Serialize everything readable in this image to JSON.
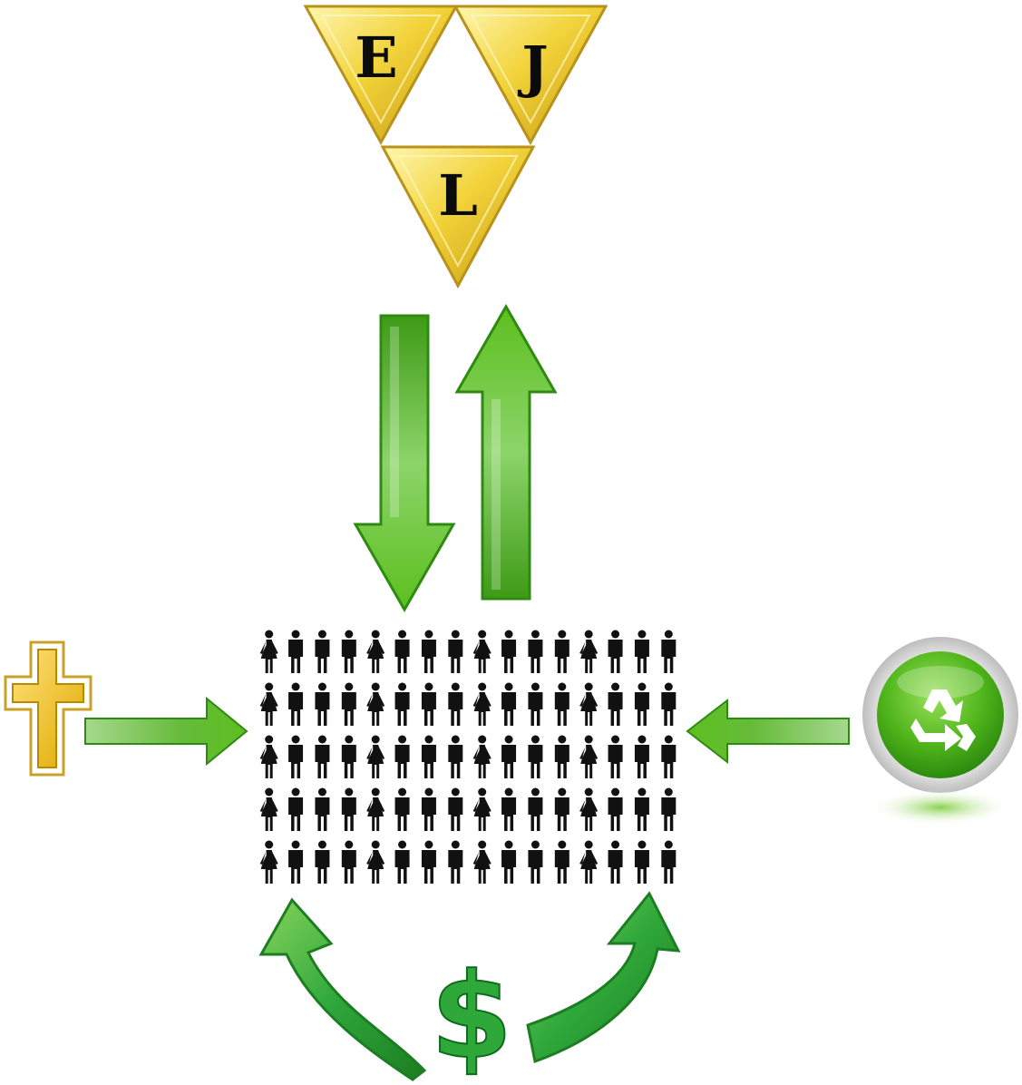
{
  "triangle_letters": {
    "top_left": "E",
    "top_right": "J",
    "bottom": "L"
  },
  "dollar_sign": "$",
  "colors": {
    "gold": "#f0d43a",
    "gold_dark": "#b8921a",
    "arrow_green": "#5cbf1e",
    "arrow_green_dark": "#2f8a12",
    "curve_green": "#2a9a2e",
    "people": "#111111"
  },
  "icons": {
    "left_source": "cross-icon",
    "right_source": "recycle-icon",
    "bottom_source": "dollar-icon",
    "center": "people-grid"
  },
  "people_grid": {
    "rows": 5,
    "columns": 16
  }
}
